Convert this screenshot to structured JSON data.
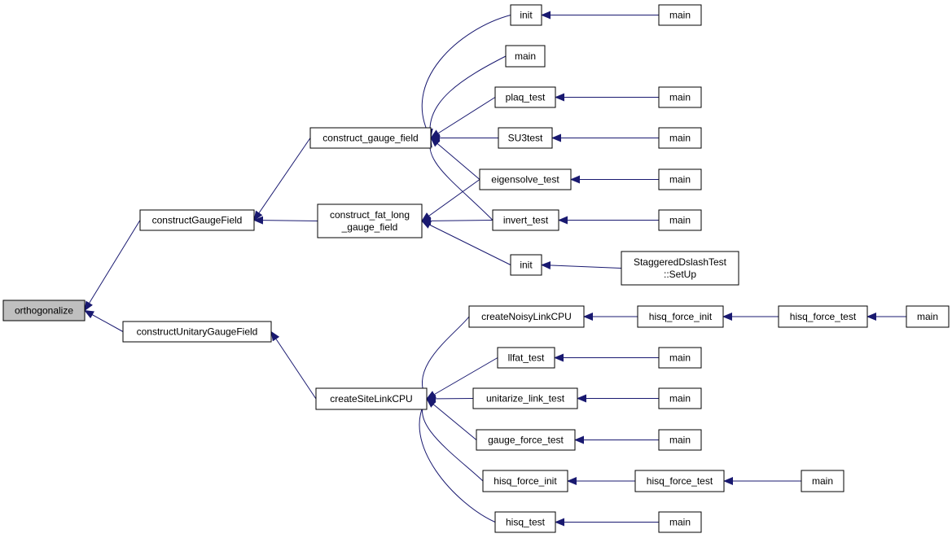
{
  "diagram": {
    "edge_color": "#191970",
    "node_fill": "#ffffff",
    "root_fill": "#bfbfbf",
    "nodes": [
      {
        "id": "orthogonalize",
        "lines": [
          "orthogonalize"
        ],
        "root": true
      },
      {
        "id": "constructGaugeField",
        "lines": [
          "constructGaugeField"
        ]
      },
      {
        "id": "constructUnitaryGaugeField",
        "lines": [
          "constructUnitaryGaugeField"
        ]
      },
      {
        "id": "construct_gauge_field",
        "lines": [
          "construct_gauge_field"
        ]
      },
      {
        "id": "construct_fat_long_gauge_field",
        "lines": [
          "construct_fat_long",
          "_gauge_field"
        ]
      },
      {
        "id": "createSiteLinkCPU",
        "lines": [
          "createSiteLinkCPU"
        ]
      },
      {
        "id": "init1",
        "lines": [
          "init"
        ]
      },
      {
        "id": "main_a",
        "lines": [
          "main"
        ]
      },
      {
        "id": "plaq_test",
        "lines": [
          "plaq_test"
        ]
      },
      {
        "id": "SU3test",
        "lines": [
          "SU3test"
        ]
      },
      {
        "id": "eigensolve_test",
        "lines": [
          "eigensolve_test"
        ]
      },
      {
        "id": "invert_test",
        "lines": [
          "invert_test"
        ]
      },
      {
        "id": "init2",
        "lines": [
          "init"
        ]
      },
      {
        "id": "main_init1",
        "lines": [
          "main"
        ]
      },
      {
        "id": "main_plaq",
        "lines": [
          "main"
        ]
      },
      {
        "id": "main_su3",
        "lines": [
          "main"
        ]
      },
      {
        "id": "main_eigen",
        "lines": [
          "main"
        ]
      },
      {
        "id": "main_invert",
        "lines": [
          "main"
        ]
      },
      {
        "id": "staggered_setup",
        "lines": [
          "StaggeredDslashTest",
          "::SetUp"
        ]
      },
      {
        "id": "createNoisyLinkCPU",
        "lines": [
          "createNoisyLinkCPU"
        ]
      },
      {
        "id": "llfat_test",
        "lines": [
          "llfat_test"
        ]
      },
      {
        "id": "unitarize_link_test",
        "lines": [
          "unitarize_link_test"
        ]
      },
      {
        "id": "gauge_force_test",
        "lines": [
          "gauge_force_test"
        ]
      },
      {
        "id": "hisq_force_init2",
        "lines": [
          "hisq_force_init"
        ]
      },
      {
        "id": "hisq_test",
        "lines": [
          "hisq_test"
        ]
      },
      {
        "id": "hisq_force_init1",
        "lines": [
          "hisq_force_init"
        ]
      },
      {
        "id": "hisq_force_test1",
        "lines": [
          "hisq_force_test"
        ]
      },
      {
        "id": "main_hft1",
        "lines": [
          "main"
        ]
      },
      {
        "id": "main_llfat",
        "lines": [
          "main"
        ]
      },
      {
        "id": "main_unit",
        "lines": [
          "main"
        ]
      },
      {
        "id": "main_gft",
        "lines": [
          "main"
        ]
      },
      {
        "id": "hisq_force_test2",
        "lines": [
          "hisq_force_test"
        ]
      },
      {
        "id": "main_hft2",
        "lines": [
          "main"
        ]
      },
      {
        "id": "main_hisq",
        "lines": [
          "main"
        ]
      }
    ],
    "edges": [
      [
        "constructGaugeField",
        "orthogonalize"
      ],
      [
        "constructUnitaryGaugeField",
        "orthogonalize"
      ],
      [
        "construct_gauge_field",
        "constructGaugeField"
      ],
      [
        "construct_fat_long_gauge_field",
        "constructGaugeField"
      ],
      [
        "createSiteLinkCPU",
        "constructUnitaryGaugeField"
      ],
      [
        "init1",
        "construct_gauge_field"
      ],
      [
        "main_a",
        "construct_gauge_field"
      ],
      [
        "plaq_test",
        "construct_gauge_field"
      ],
      [
        "SU3test",
        "construct_gauge_field"
      ],
      [
        "eigensolve_test",
        "construct_gauge_field"
      ],
      [
        "invert_test",
        "construct_gauge_field"
      ],
      [
        "eigensolve_test",
        "construct_fat_long_gauge_field"
      ],
      [
        "invert_test",
        "construct_fat_long_gauge_field"
      ],
      [
        "init2",
        "construct_fat_long_gauge_field"
      ],
      [
        "main_init1",
        "init1"
      ],
      [
        "main_plaq",
        "plaq_test"
      ],
      [
        "main_su3",
        "SU3test"
      ],
      [
        "main_eigen",
        "eigensolve_test"
      ],
      [
        "main_invert",
        "invert_test"
      ],
      [
        "staggered_setup",
        "init2"
      ],
      [
        "createNoisyLinkCPU",
        "createSiteLinkCPU"
      ],
      [
        "llfat_test",
        "createSiteLinkCPU"
      ],
      [
        "unitarize_link_test",
        "createSiteLinkCPU"
      ],
      [
        "gauge_force_test",
        "createSiteLinkCPU"
      ],
      [
        "hisq_force_init2",
        "createSiteLinkCPU"
      ],
      [
        "hisq_test",
        "createSiteLinkCPU"
      ],
      [
        "hisq_force_init1",
        "createNoisyLinkCPU"
      ],
      [
        "hisq_force_test1",
        "hisq_force_init1"
      ],
      [
        "main_hft1",
        "hisq_force_test1"
      ],
      [
        "main_llfat",
        "llfat_test"
      ],
      [
        "main_unit",
        "unitarize_link_test"
      ],
      [
        "main_gft",
        "gauge_force_test"
      ],
      [
        "hisq_force_test2",
        "hisq_force_init2"
      ],
      [
        "main_hft2",
        "hisq_force_test2"
      ],
      [
        "main_hisq",
        "hisq_test"
      ]
    ]
  }
}
